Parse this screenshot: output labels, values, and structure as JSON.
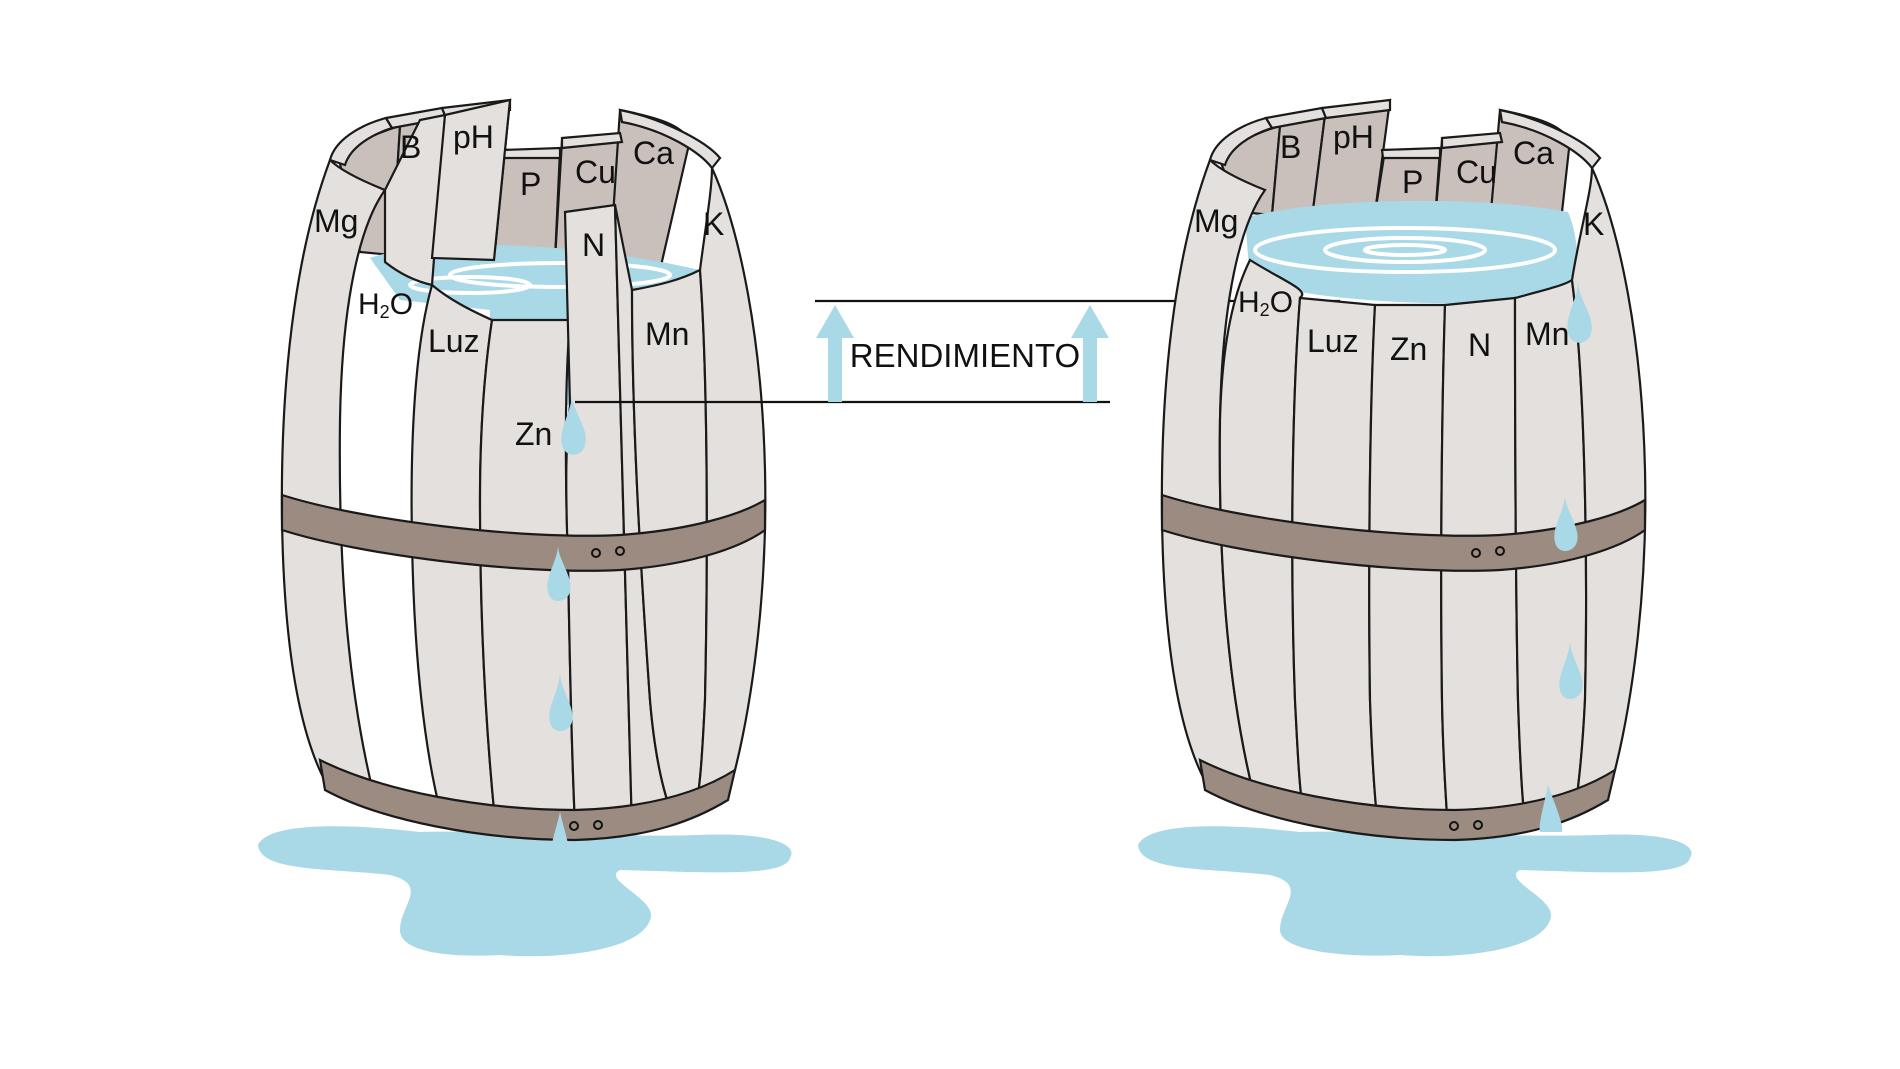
{
  "colors": {
    "water": "#a9d8e6",
    "stave": "#e4e0dd",
    "stave_inner": "#c9c0bb",
    "hoop": "#9b8b80",
    "outline": "#1a1a1a"
  },
  "yield_label": "RENDIMIENTO",
  "left_barrel": {
    "top_staves": [
      "B",
      "pH",
      "P",
      "Cu",
      "Ca",
      "Mg",
      "K",
      "N"
    ],
    "front_staves": [
      "H",
      "2",
      "O",
      "Luz",
      "Zn",
      "Mn"
    ]
  },
  "right_barrel": {
    "top_staves": [
      "B",
      "pH",
      "P",
      "Cu",
      "Ca",
      "Mg",
      "K"
    ],
    "front_staves": [
      "H",
      "2",
      "O",
      "Luz",
      "Zn",
      "N",
      "Mn"
    ]
  },
  "icons": [
    "water-drop-icon",
    "up-arrow-icon"
  ]
}
